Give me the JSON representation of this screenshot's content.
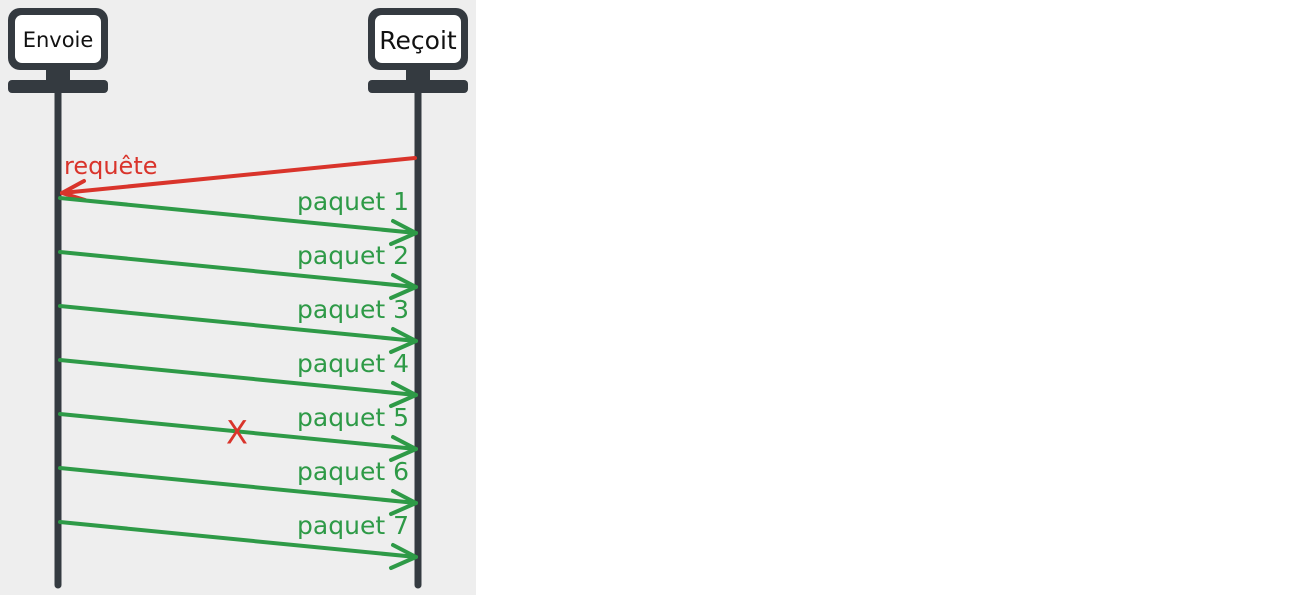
{
  "diagram": {
    "nodes": {
      "sender": {
        "label": "Envoie"
      },
      "receiver": {
        "label": "Reçoit"
      }
    },
    "request": {
      "label": "requête",
      "direction": "receiver-to-sender"
    },
    "packets": [
      {
        "label": "paquet 1",
        "lost": false
      },
      {
        "label": "paquet 2",
        "lost": false
      },
      {
        "label": "paquet 3",
        "lost": false
      },
      {
        "label": "paquet 4",
        "lost": false
      },
      {
        "label": "paquet 5",
        "lost": true
      },
      {
        "label": "paquet 6",
        "lost": false
      },
      {
        "label": "paquet 7",
        "lost": false
      }
    ],
    "loss_marker": "X",
    "colors": {
      "packet": "#2e9a47",
      "request": "#d9342b",
      "lifeline": "#343a40",
      "background": "#eeeeee"
    }
  }
}
